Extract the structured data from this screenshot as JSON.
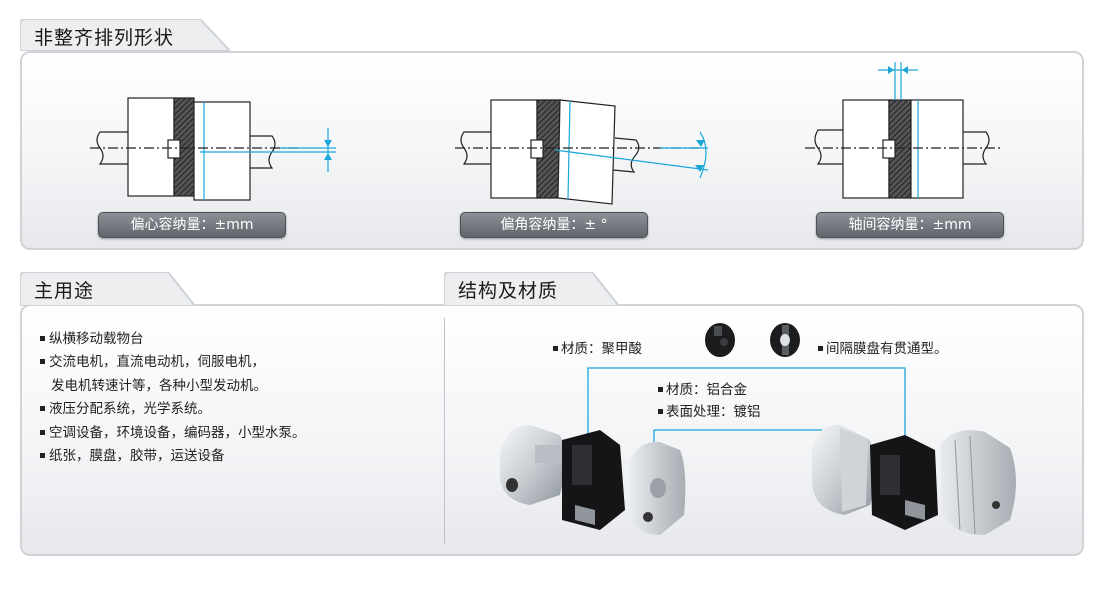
{
  "sections": {
    "misalignment_title": "非整齐排列形状",
    "uses_title": "主用途",
    "structure_title": "结构及材质"
  },
  "tolerances": {
    "parallel": "偏心容纳量：±mm",
    "angular": "偏角容纳量：± °",
    "axial": "轴间容纳量：±mm"
  },
  "uses": [
    "纵横移动载物台",
    "交流电机，直流电动机，伺服电机，",
    "发电机转速计等，各种小型发动机。",
    "液压分配系统，光学系统。",
    "空调设备，环境设备，编码器，小型水泵。",
    "纸张，膜盘，胶带，运送设备"
  ],
  "structure": {
    "spacer_material": "材质：聚甲酸",
    "spacer_note": "间隔膜盘有贯通型。",
    "hub_material": "材质：铝合金",
    "hub_surface": "表面处理：镀铝"
  },
  "colors": {
    "panel_border": "#cfd3d8",
    "accent_line": "#1aa7d8",
    "pill": "#6b7177"
  }
}
